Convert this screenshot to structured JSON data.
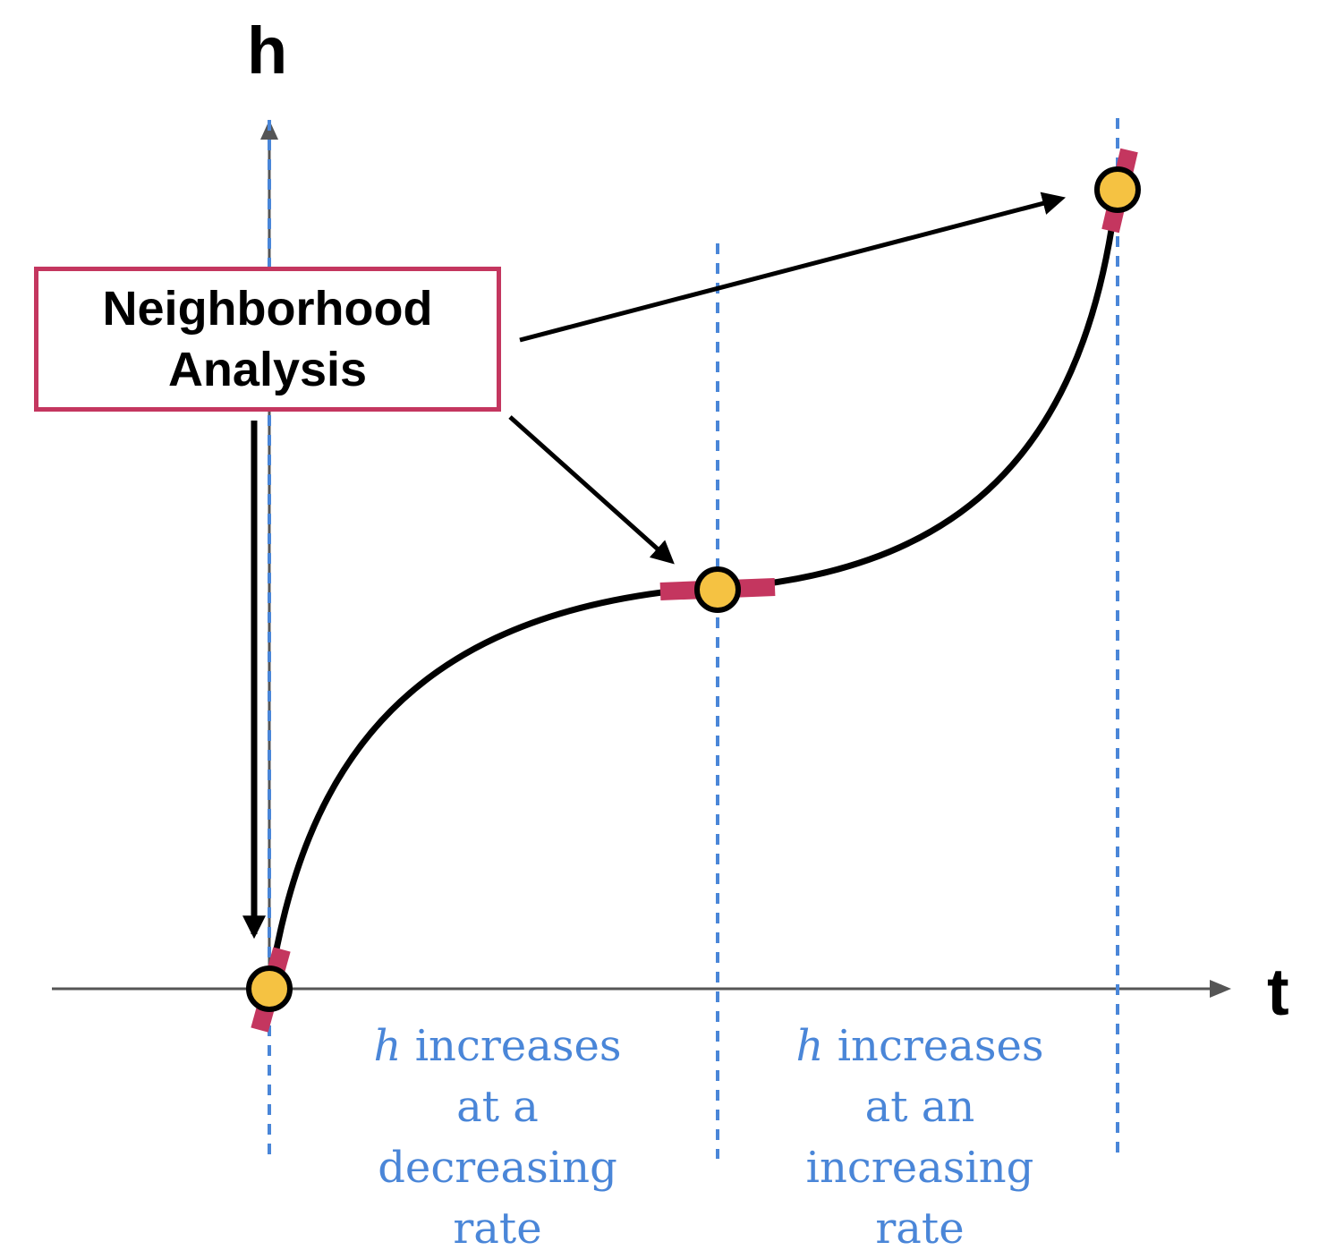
{
  "axes": {
    "vertical_label": "h",
    "horizontal_label": "t"
  },
  "neighborhood_box": {
    "line1": "Neighborhood",
    "line2": "Analysis"
  },
  "annotations": {
    "left": {
      "variable": "h",
      "rest": " increases",
      "line2": "at a",
      "line3": "decreasing",
      "line4": "rate"
    },
    "right": {
      "variable": "h",
      "rest": " increases",
      "line2": "at an",
      "line3": "increasing",
      "line4": "rate"
    }
  },
  "colors": {
    "curve": "#000000",
    "axis": "#555555",
    "guide_lines": "#4a86d8",
    "tangent_marks": "#c4365f",
    "points": "#f5c242",
    "box_border": "#c4365f",
    "annotation_text": "#4a86d8"
  }
}
